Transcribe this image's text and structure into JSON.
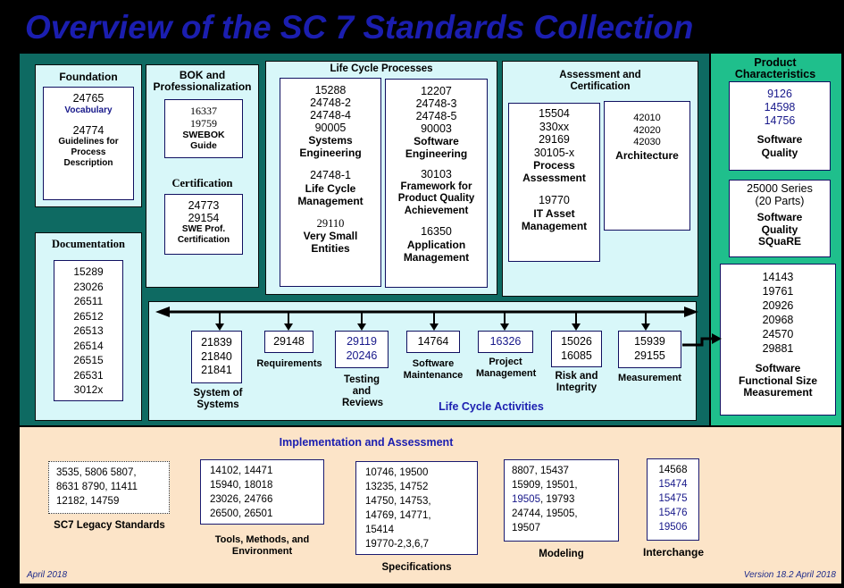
{
  "title": "Overview of the SC 7 Standards Collection",
  "foundation": {
    "header": "Foundation",
    "vocab_num": "24765",
    "vocab_label": "Vocabulary",
    "guide_num": "24774",
    "guide_label": "Guidelines for Process Description"
  },
  "documentation": {
    "header": "Documentation",
    "items": "15289\n23026\n26511\n26512\n26513\n26514\n26515\n26531\n3012x"
  },
  "bok": {
    "header": "BOK and Professionalization",
    "swebok_nums": "16337\n19759",
    "swebok_label": "SWEBOK Guide",
    "cert_header": "Certification",
    "cert_nums": "24773\n29154",
    "cert_label": "SWE Prof. Certification"
  },
  "lcp": {
    "header": "Life Cycle Processes",
    "sys_nums": "15288\n24748-2\n24748-4\n90005",
    "sys_label": "Systems Engineering",
    "lcm_num": "24748-1",
    "lcm_label": "Life Cycle Management",
    "vse_num": "29110",
    "vse_label": "Very Small Entities",
    "sw_nums": "12207\n24748-3\n24748-5\n90003",
    "sw_label": "Software Engineering",
    "fw_num": "30103",
    "fw_label": "Framework for Product Quality Achievement",
    "app_num": "16350",
    "app_label": "Application Management"
  },
  "assessment": {
    "header": "Assessment and Certification",
    "proc_nums": "15504\n330xx\n29169\n30105-x",
    "proc_label": "Process Assessment",
    "it_num": "19770",
    "it_label": "IT Asset Management",
    "arch_nums": "42010\n42020\n42030",
    "arch_label": "Architecture"
  },
  "product": {
    "header": "Product Characteristics",
    "quality_nums": "9126\n14598\n14756",
    "quality_label": "Software Quality",
    "square_nums": "25000 Series\n(20 Parts)",
    "square_label": "Software Quality SQuaRE",
    "fsm_nums": "14143\n19761\n20926\n20968\n24570\n29881",
    "fsm_label": "Software Functional Size Measurement"
  },
  "activities": {
    "header": "Life Cycle Activities",
    "items": [
      {
        "nums": "21839\n21840\n21841",
        "label": "System of Systems"
      },
      {
        "nums": "29148",
        "label": "Requirements"
      },
      {
        "nums": "29119\n20246",
        "label": "Testing and Reviews"
      },
      {
        "nums": "14764",
        "label": "Software Maintenance"
      },
      {
        "nums": "16326",
        "label": "Project Management"
      },
      {
        "nums": "15026\n16085",
        "label": "Risk and Integrity"
      },
      {
        "nums": "15939\n29155",
        "label": "Measurement"
      }
    ]
  },
  "implementation": {
    "header": "Implementation and Assessment",
    "legacy": {
      "nums": "3535, 5806 5807,\n8631 8790, 11411\n12182, 14759",
      "label": "SC7 Legacy Standards"
    },
    "tools": {
      "nums": "14102, 14471\n15940, 18018\n23026, 24766\n26500, 26501",
      "label": "Tools, Methods, and Environment"
    },
    "specs": {
      "nums": "10746, 19500\n13235, 14752\n14750, 14753,\n14769,  14771,\n15414\n19770-2,3,6,7",
      "label": "Specifications"
    },
    "modeling": {
      "line1": "8807, 15437",
      "line2": "15909, 19501,",
      "line3a": "19505",
      "line3b": ", 19793",
      "line4": "24744, 19505,",
      "line5": "19507",
      "label": "Modeling"
    },
    "interchange": {
      "first": "14568",
      "rest": "15474\n15475\n15476\n19506",
      "label": "Interchange"
    }
  },
  "footer": {
    "left": "April 2018",
    "right": "Version 18.2 April 2018"
  }
}
